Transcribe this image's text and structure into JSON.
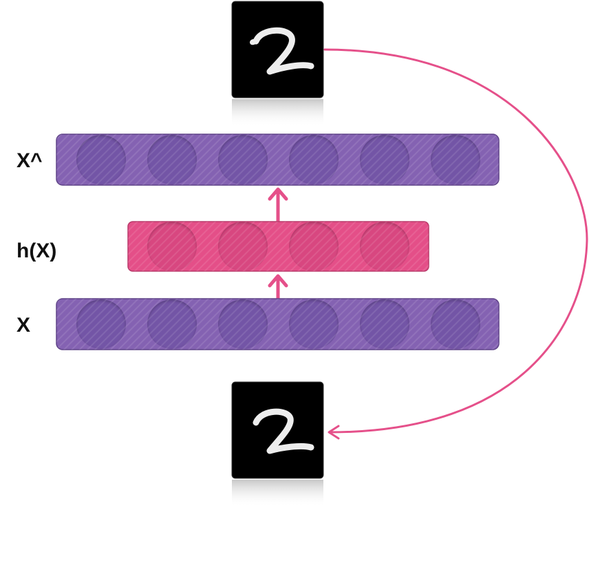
{
  "labels": {
    "output": "X^",
    "hidden": "h(X)",
    "input": "X"
  },
  "layers": {
    "output": {
      "units": 6
    },
    "hidden": {
      "units": 4
    },
    "input": {
      "units": 6
    }
  },
  "digit_images": {
    "top": "2",
    "bottom": "2"
  },
  "colors": {
    "visible_layer": "#8462b2",
    "visible_layer_border": "#5e4287",
    "visible_unit": "#7354a6",
    "hidden_layer": "#e44f88",
    "hidden_layer_border": "#b93a6a",
    "hidden_unit": "#d84780",
    "arrow": "#e5508a",
    "image_bg": "#000000"
  }
}
